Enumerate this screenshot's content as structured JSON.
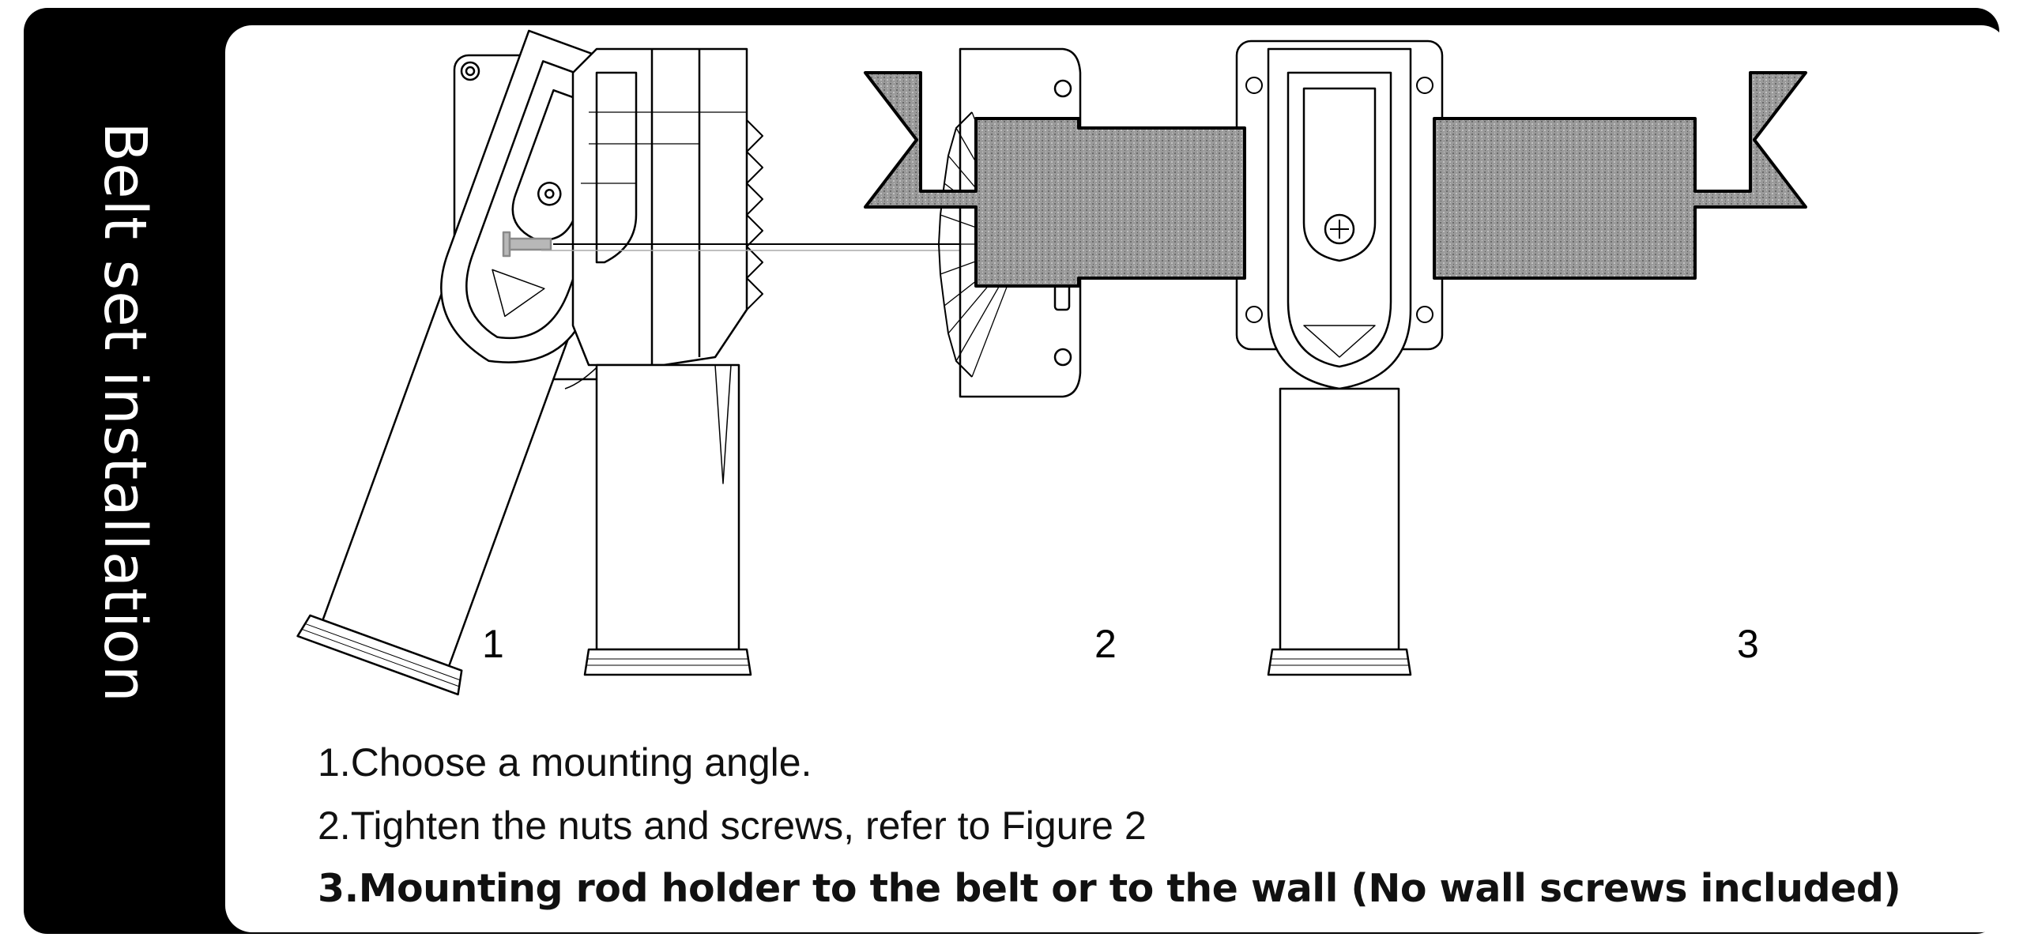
{
  "title": "Belt set installation",
  "figures": [
    {
      "number": "1",
      "view": "holder-tilted-to-mounting-angle"
    },
    {
      "number": "2",
      "view": "exploded-view-screw-and-nut"
    },
    {
      "number": "3",
      "view": "holder-mounted-on-belt"
    }
  ],
  "steps": [
    "1.Choose a mounting angle.",
    "2.Tighten the nuts and screws, refer to Figure 2",
    "3.Mounting rod holder to the belt or to the wall (No wall screws included)"
  ],
  "colors": {
    "frame": "#000000",
    "panel": "#ffffff",
    "title_text": "#ffffff",
    "line_art": "#000000",
    "belt_fill": "#9a9a9a",
    "screw": "#9a9a9a"
  }
}
